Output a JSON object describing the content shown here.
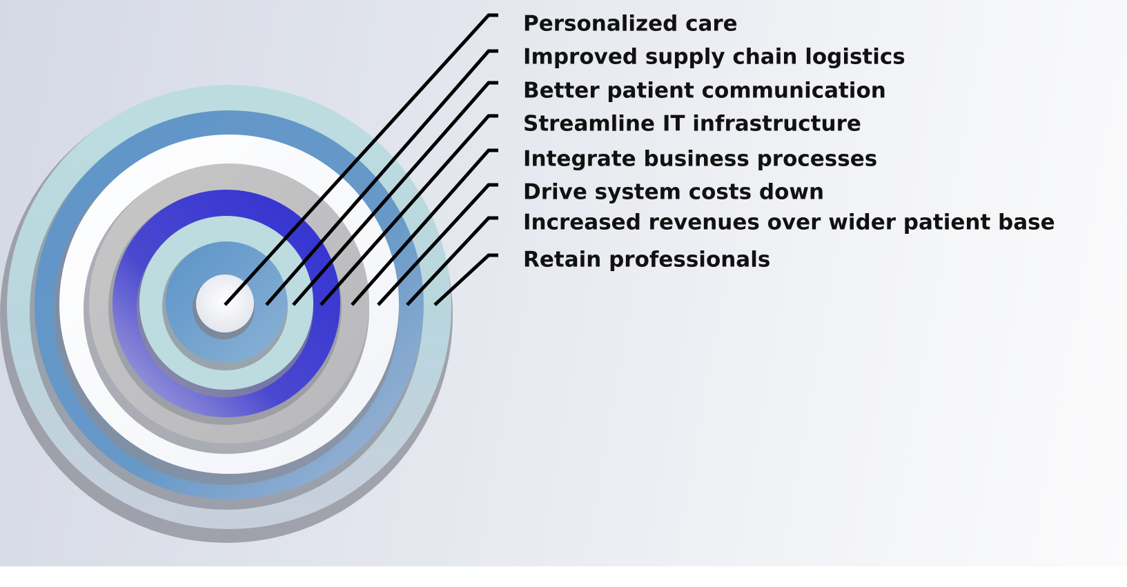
{
  "diagram": {
    "labels": [
      "Personalized care",
      "Improved supply chain logistics",
      "Better patient communication",
      "Streamline IT infrastructure",
      "Integrate business processes",
      "Drive system costs down",
      "Increased revenues over  wider patient  base",
      "Retain professionals"
    ],
    "colors": {
      "background": "#e2e5ed",
      "ring_pale_teal": "#bcdce0",
      "ring_steel_blue": "#6597c7",
      "ring_white": "#ffffff",
      "ring_silver": "#c0c0c0",
      "ring_indigo": "#3a3ad0",
      "leader_line": "#000000",
      "label_text": "#111111"
    }
  }
}
